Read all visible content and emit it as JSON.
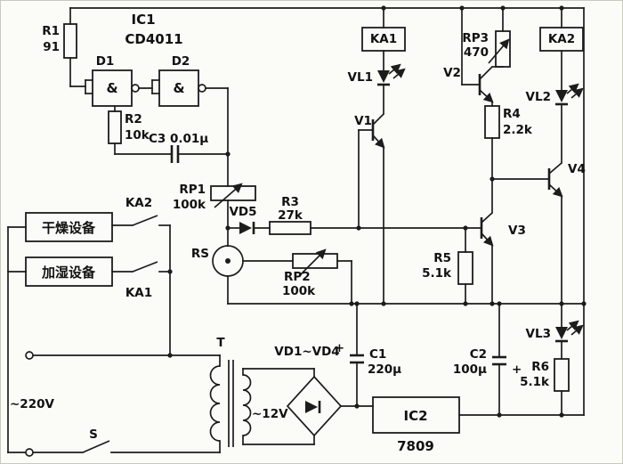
{
  "figure": {
    "type": "circuit-schematic",
    "background": "#fbfbf8",
    "line_color": "#1c1c1c"
  },
  "labels": {
    "ic1": {
      "name": "IC1",
      "part": "CD4011"
    },
    "r1": {
      "ref": "R1",
      "value": "91"
    },
    "d1": "D1",
    "d2": "D2",
    "gate_symbol": "&",
    "r2": {
      "ref": "R2",
      "value": "10k"
    },
    "c3": "C3 0.01μ",
    "ka1_coil": "KA1",
    "ka2_coil": "KA2",
    "rp3": {
      "ref": "RP3",
      "value": "470"
    },
    "vl1": "VL1",
    "vl2": "VL2",
    "vl3": "VL3",
    "v1": "V1",
    "v2": "V2",
    "v3": "V3",
    "v4": "V4",
    "r4": {
      "ref": "R4",
      "value": "2.2k"
    },
    "rp1": {
      "ref": "RP1",
      "value": "100k"
    },
    "vd5": "VD5",
    "r3": {
      "ref": "R3",
      "value": "27k"
    },
    "dry_box": "干燥设备",
    "wet_box": "加湿设备",
    "ka2_contact": "KA2",
    "ka1_contact": "KA1",
    "rs": "RS",
    "rp2": {
      "ref": "RP2",
      "value": "100k"
    },
    "r5": {
      "ref": "R5",
      "value": "5.1k"
    },
    "transformer": "T",
    "bridge": "VD1~VD4",
    "v12": "~12V",
    "c1": {
      "ref": "C1",
      "value": "220μ",
      "polarity": "+"
    },
    "ic2": {
      "ref": "IC2",
      "part": "7809"
    },
    "c2": {
      "ref": "C2",
      "value": "100μ",
      "polarity": "+"
    },
    "r6": {
      "ref": "R6",
      "value": "5.1k"
    },
    "mains": "~220V",
    "s_switch": "S"
  }
}
